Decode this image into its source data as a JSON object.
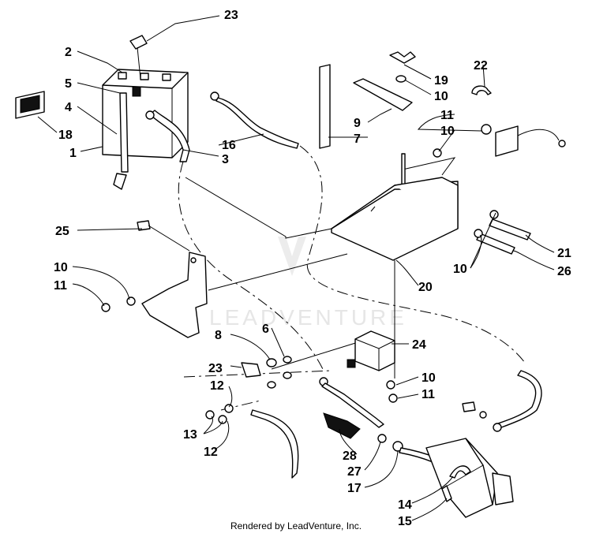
{
  "watermark": "LEADVENTURE",
  "footer": "Rendered by LeadVenture, Inc.",
  "callouts": {
    "c23a": "23",
    "c2": "2",
    "c5": "5",
    "c4": "4",
    "c18": "18",
    "c1": "1",
    "c16": "16",
    "c3": "3",
    "c22": "22",
    "c19": "19",
    "c10a": "10",
    "c9": "9",
    "c7": "7",
    "c11a": "11",
    "c10b": "10",
    "c25": "25",
    "c10c": "10",
    "c11b": "11",
    "c21": "21",
    "c10d": "10",
    "c26": "26",
    "c20": "20",
    "c8": "8",
    "c6": "6",
    "c24": "24",
    "c23b": "23",
    "c12a": "12",
    "c13": "13",
    "c12b": "12",
    "c10e": "10",
    "c11c": "11",
    "c28": "28",
    "c27": "27",
    "c17": "17",
    "c14": "14",
    "c15": "15"
  }
}
